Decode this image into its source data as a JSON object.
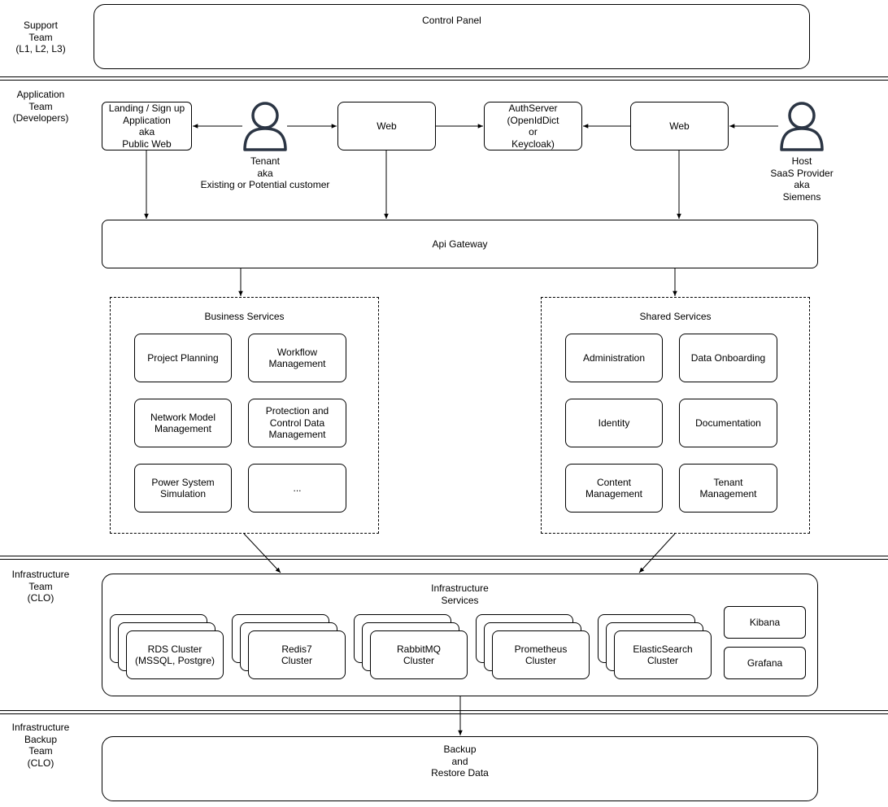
{
  "lanes": {
    "support": "Support\nTeam\n(L1, L2, L3)",
    "application": "Application\nTeam\n(Developers)",
    "infrastructure": "Infrastructure\nTeam\n(CLO)",
    "backup": "Infrastructure\nBackup\nTeam\n(CLO)"
  },
  "control_panel": "Control Panel",
  "landing": "Landing / Sign up\nApplication\naka\nPublic Web",
  "tenant": "Tenant\naka\nExisting or Potential customer",
  "web_tenant": "Web",
  "authserver": "AuthServer\n(OpenIdDict\nor\nKeycloak)",
  "web_host": "Web",
  "host": "Host\nSaaS Provider\naka\nSiemens",
  "api_gateway": "Api Gateway",
  "business": {
    "title": "Business Services",
    "items": [
      "Project Planning",
      "Workflow\nManagement",
      "Network Model\nManagement",
      "Protection and\nControl Data\nManagement",
      "Power System\nSimulation",
      "..."
    ]
  },
  "shared": {
    "title": "Shared Services",
    "items": [
      "Administration",
      "Data Onboarding",
      "Identity",
      "Documentation",
      "Content\nManagement",
      "Tenant\nManagement"
    ]
  },
  "infra": {
    "title": "Infrastructure\nServices",
    "clusters": [
      "RDS Cluster\n(MSSQL, Postgre)",
      "Redis7\nCluster",
      "RabbitMQ\nCluster",
      "Prometheus\nCluster",
      "ElasticSearch\nCluster"
    ],
    "kibana": "Kibana",
    "grafana": "Grafana"
  },
  "backup": "Backup\nand\nRestore Data"
}
